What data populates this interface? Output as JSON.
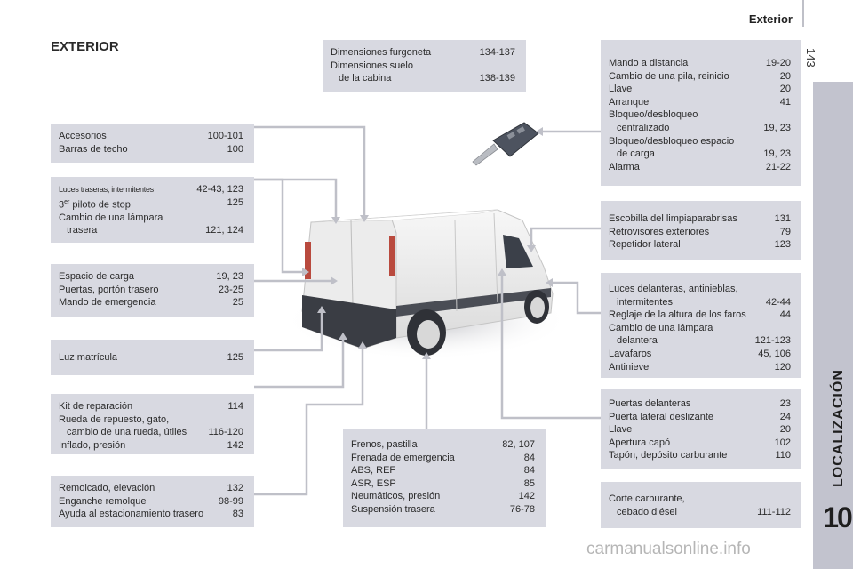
{
  "header": {
    "title": "Exterior",
    "page_number": "143"
  },
  "section": {
    "title": "EXTERIOR"
  },
  "sidebar": {
    "label": "LOCALIZACIÓN",
    "chapter_number": "10"
  },
  "boxes": {
    "dimensions": {
      "r1": {
        "text": "Dimensiones furgoneta",
        "page": "134-137"
      },
      "r2": {
        "text": "Dimensiones suelo",
        "page": ""
      },
      "r3": {
        "text": "de la cabina",
        "page": "138-139"
      }
    },
    "accessories": {
      "r1": {
        "text": "Accesorios",
        "page": "100-101"
      },
      "r2": {
        "text": "Barras de techo",
        "page": "100"
      }
    },
    "rear_lights": {
      "r1": {
        "text": "Luces traseras, intermitentes",
        "page": "42-43, 123"
      },
      "r2": {
        "text": "piloto de stop",
        "num": "3",
        "sup": "er",
        "page": "125"
      },
      "r3": {
        "text": "Cambio de una lámpara",
        "page": ""
      },
      "r4": {
        "text": "trasera",
        "page": "121, 124"
      }
    },
    "cargo": {
      "r1": {
        "text": "Espacio de carga",
        "page": "19, 23"
      },
      "r2": {
        "text": "Puertas, portón trasero",
        "page": "23-25"
      },
      "r3": {
        "text": "Mando de emergencia",
        "page": "25"
      }
    },
    "plate": {
      "r1": {
        "text": "Luz matrícula",
        "page": "125"
      }
    },
    "repair": {
      "r1": {
        "text": "Kit de reparación",
        "page": "114"
      },
      "r2": {
        "text": "Rueda de repuesto, gato,",
        "page": ""
      },
      "r3": {
        "text": "cambio de una rueda, útiles",
        "page": "116-120"
      },
      "r4": {
        "text": "Inflado, presión",
        "page": "142"
      }
    },
    "towing": {
      "r1": {
        "text": "Remolcado, elevación",
        "page": "132"
      },
      "r2": {
        "text": "Enganche remolque",
        "page": "98-99"
      },
      "r3": {
        "text": "Ayuda al estacionamiento trasero",
        "page": "83"
      }
    },
    "brakes": {
      "r1": {
        "text": "Frenos, pastilla",
        "page": "82, 107"
      },
      "r2": {
        "text": "Frenada de emergencia",
        "page": "84"
      },
      "r3": {
        "text": "ABS, REF",
        "page": "84"
      },
      "r4": {
        "text": "ASR, ESP",
        "page": "85"
      },
      "r5": {
        "text": "Neumáticos, presión",
        "page": "142"
      },
      "r6": {
        "text": "Suspensión trasera",
        "page": "76-78"
      }
    },
    "remote": {
      "r1": {
        "text": "Mando a distancia",
        "page": "19-20"
      },
      "r2": {
        "text": "Cambio de una pila, reinicio",
        "page": "20"
      },
      "r3": {
        "text": "Llave",
        "page": "20"
      },
      "r4": {
        "text": "Arranque",
        "page": "41"
      },
      "r5": {
        "text": "Bloqueo/desbloqueo",
        "page": ""
      },
      "r6": {
        "text": "centralizado",
        "page": "19, 23"
      },
      "r7": {
        "text": "Bloqueo/desbloqueo espacio",
        "page": ""
      },
      "r8": {
        "text": "de carga",
        "page": "19, 23"
      },
      "r9": {
        "text": "Alarma",
        "page": "21-22"
      }
    },
    "wiper": {
      "r1": {
        "text": "Escobilla del limpiaparabrisas",
        "page": "131"
      },
      "r2": {
        "text": "Retrovisores exteriores",
        "page": "79"
      },
      "r3": {
        "text": "Repetidor lateral",
        "page": "123"
      }
    },
    "front_lights": {
      "r1": {
        "text": "Luces delanteras, antinieblas,",
        "page": ""
      },
      "r2": {
        "text": "intermitentes",
        "page": "42-44"
      },
      "r3": {
        "text": "Reglaje de la altura de los faros",
        "page": "44"
      },
      "r4": {
        "text": "Cambio de una lámpara",
        "page": ""
      },
      "r5": {
        "text": "delantera",
        "page": "121-123"
      },
      "r6": {
        "text": "Lavafaros",
        "page": "45, 106"
      },
      "r7": {
        "text": "Antinieve",
        "page": "120"
      }
    },
    "front_doors": {
      "r1": {
        "text": "Puertas delanteras",
        "page": "23"
      },
      "r2": {
        "text": "Puerta lateral deslizante",
        "page": "24"
      },
      "r3": {
        "text": "Llave",
        "page": "20"
      },
      "r4": {
        "text": "Apertura capó",
        "page": "102"
      },
      "r5": {
        "text": "Tapón, depósito carburante",
        "page": "110"
      }
    },
    "fuel": {
      "r1": {
        "text": "Corte carburante,",
        "page": ""
      },
      "r2": {
        "text": "cebado diésel",
        "page": "111-112"
      }
    }
  },
  "watermark": {
    "text": "carmanualsonline.info"
  }
}
